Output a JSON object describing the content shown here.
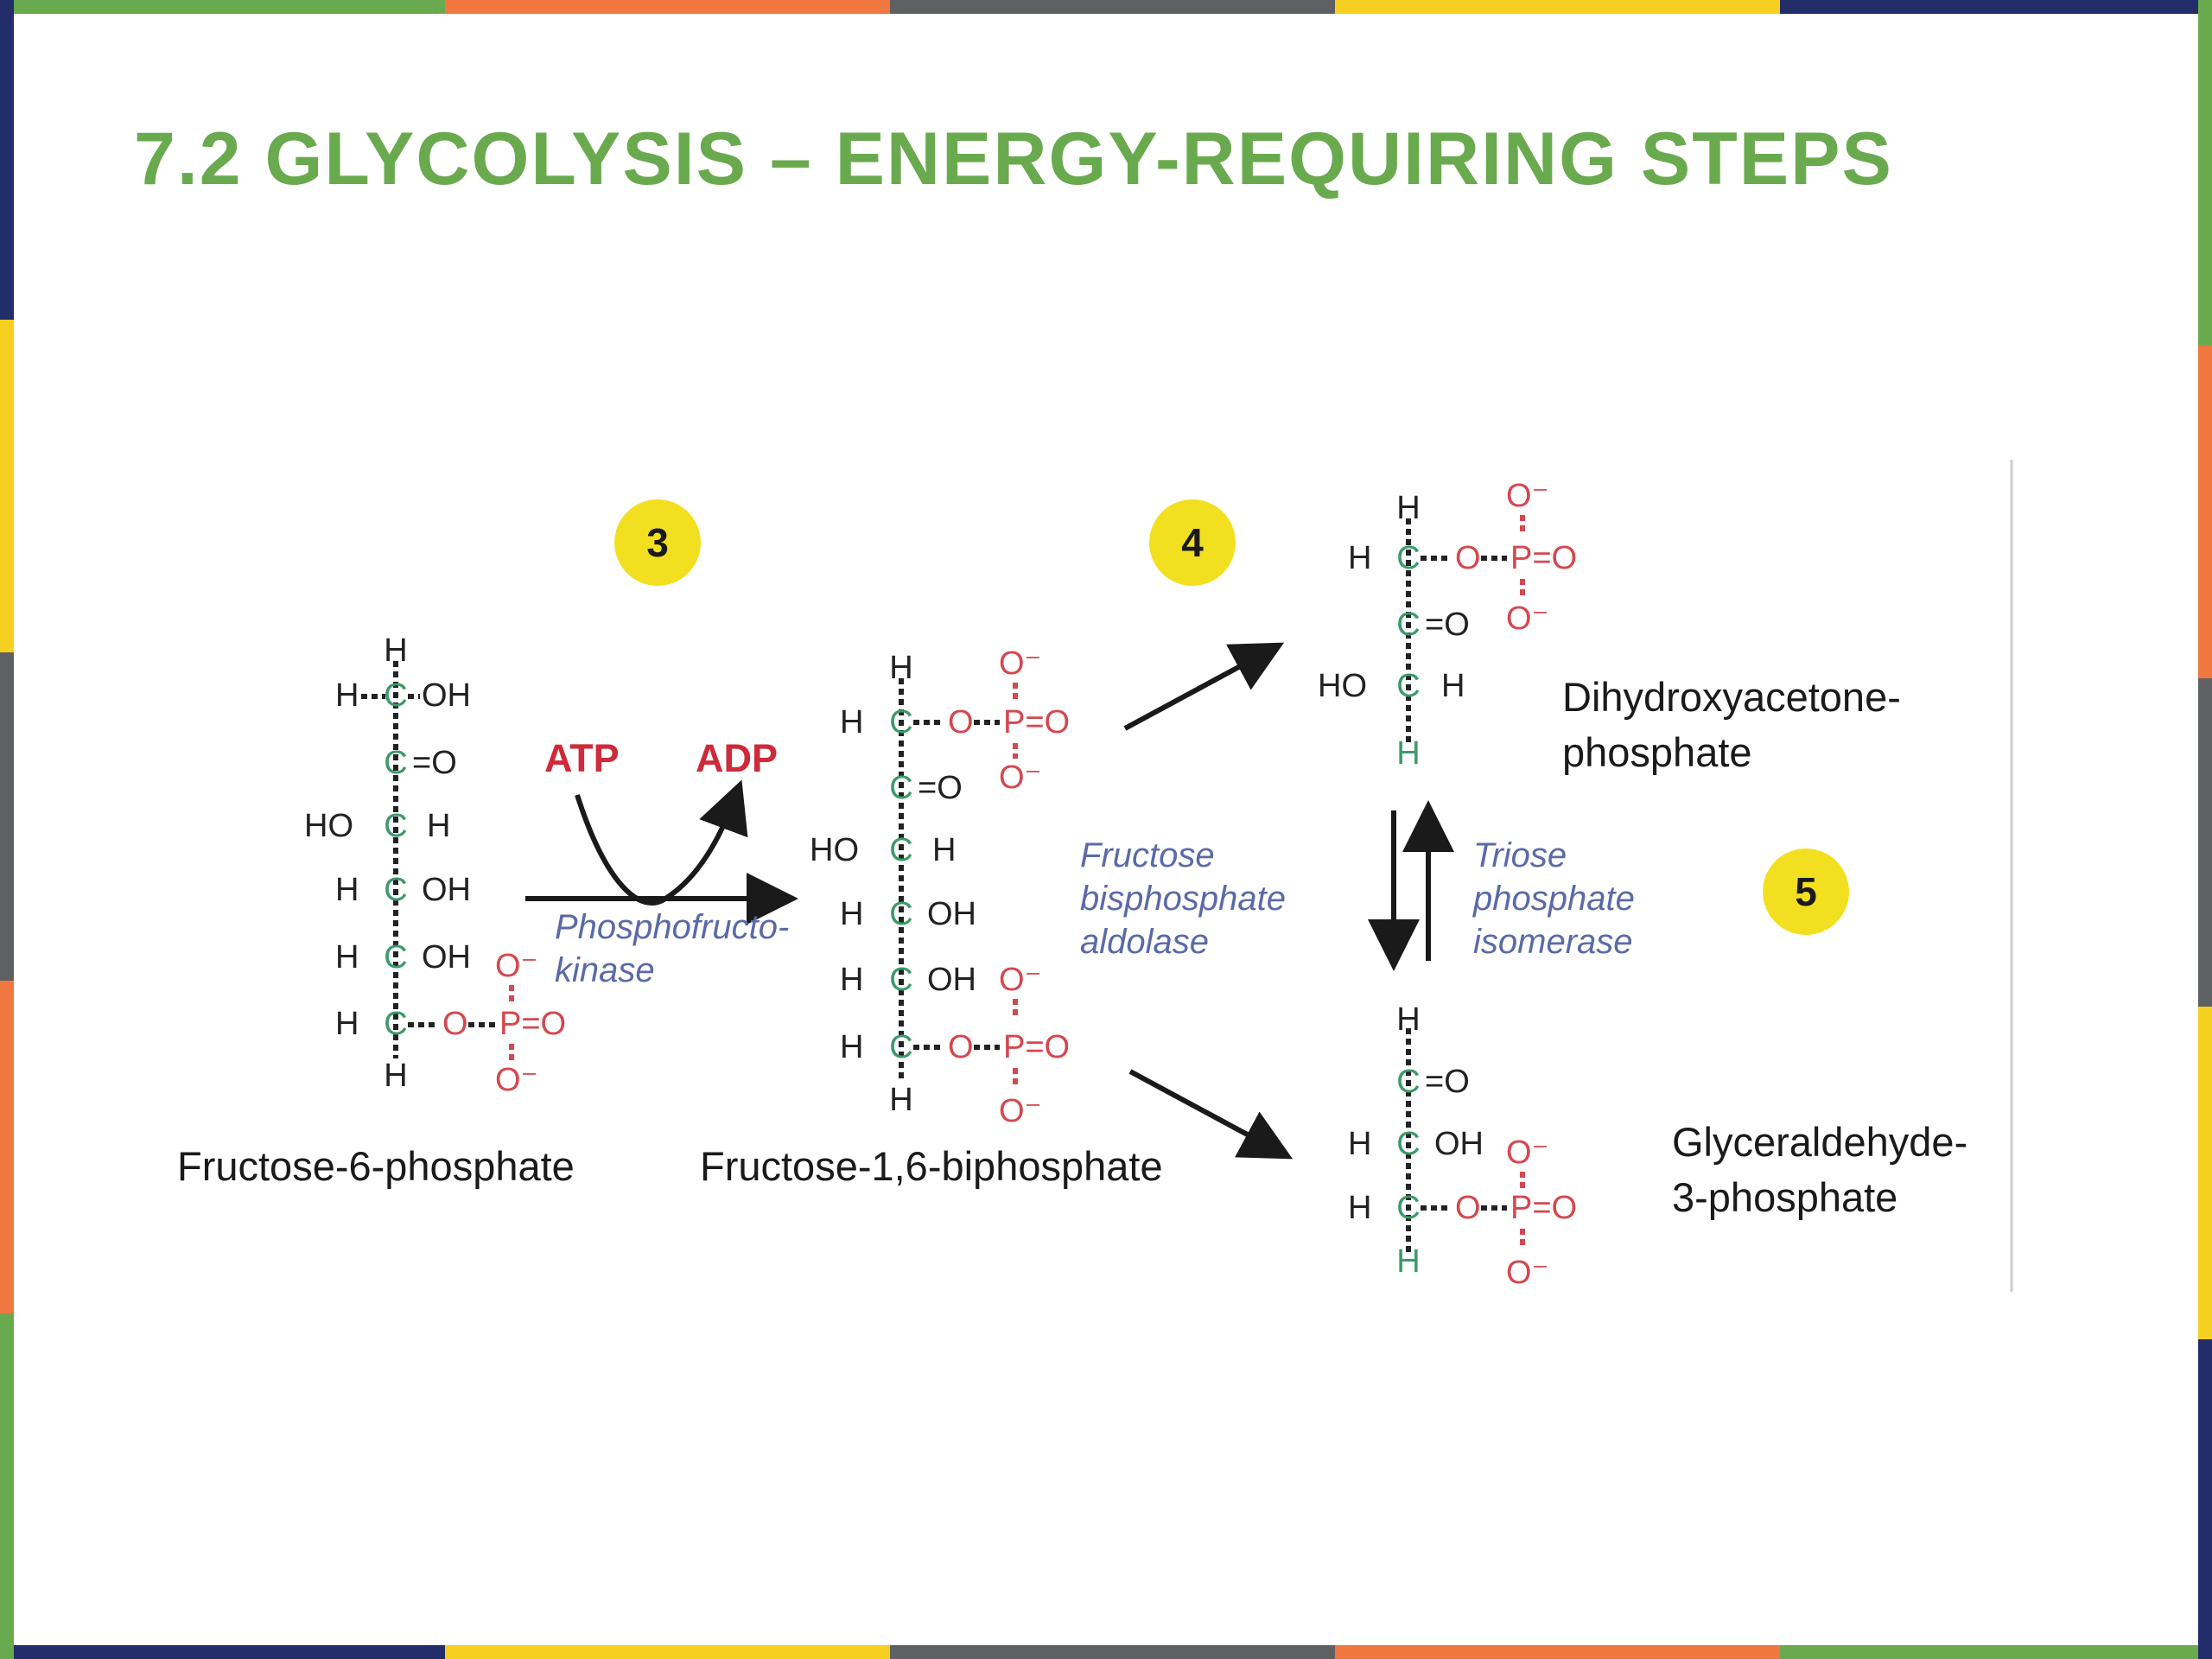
{
  "slide": {
    "title": "7.2 GLYCOLYSIS – ENERGY-REQUIRING STEPS",
    "border_colors": [
      "#6aaa4e",
      "#f07840",
      "#5f6064",
      "#f5d020",
      "#232d6a"
    ]
  },
  "diagram": {
    "steps": [
      "3",
      "4",
      "5"
    ],
    "cofactors": {
      "input": "ATP",
      "output": "ADP"
    },
    "enzymes": {
      "step3": [
        "Phosphofructo-",
        "kinase"
      ],
      "step4": [
        "Fructose",
        "bisphosphate",
        "aldolase"
      ],
      "step5": [
        "Triose",
        "phosphate",
        "isomerase"
      ]
    },
    "molecules": {
      "fructose_6_phosphate": "Fructose-6-phosphate",
      "fructose_1_6_biphosphate": "Fructose-1,6-biphosphate",
      "dihydroxyacetone_phosphate": [
        "Dihydroxyacetone-",
        "phosphate"
      ],
      "glyceraldehyde_3_phosphate": [
        "Glyceraldehyde-",
        "3-phosphate"
      ]
    },
    "atoms": {
      "H": "H",
      "C": "C",
      "O": "O",
      "P": "P",
      "OH": "OH",
      "HO": "HO",
      "dbl_O": "=O",
      "P_dbl_O": "P=O",
      "O_minus": "O⁻"
    }
  }
}
